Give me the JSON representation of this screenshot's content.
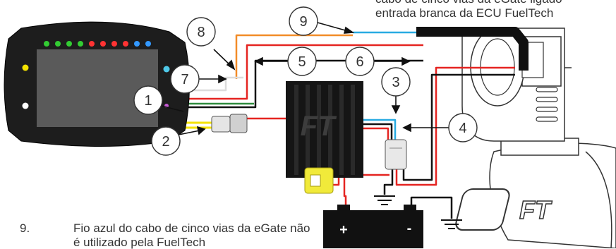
{
  "top_note": {
    "line1": "cabo de cinco vias da eGate ligado",
    "line2": "entrada branca da ECU FuelTech"
  },
  "bottom_note": {
    "number": "9.",
    "line1": "Fio azul do cabo de cinco vias da eGate não",
    "line2": "é utilizado pela FuelTech"
  },
  "callouts": [
    "1",
    "2",
    "3",
    "4",
    "5",
    "6",
    "7",
    "8",
    "9"
  ],
  "colors": {
    "dash_body": "#1d1d1d",
    "screen": "#5a5a5a",
    "wire_red": "#e52421",
    "wire_orange": "#f28c28",
    "wire_blue": "#29abe2",
    "wire_black": "#111111",
    "wire_green": "#2e8b3d",
    "wire_yellow": "#f4e300",
    "fuse": "#f1ea3a"
  },
  "components": {
    "dash_led_colors": [
      "#33cc33",
      "#33cc33",
      "#33cc33",
      "#33cc33",
      "#ff3333",
      "#ff3333",
      "#ff3333",
      "#ff3333",
      "#3399ff",
      "#3399ff"
    ]
  }
}
